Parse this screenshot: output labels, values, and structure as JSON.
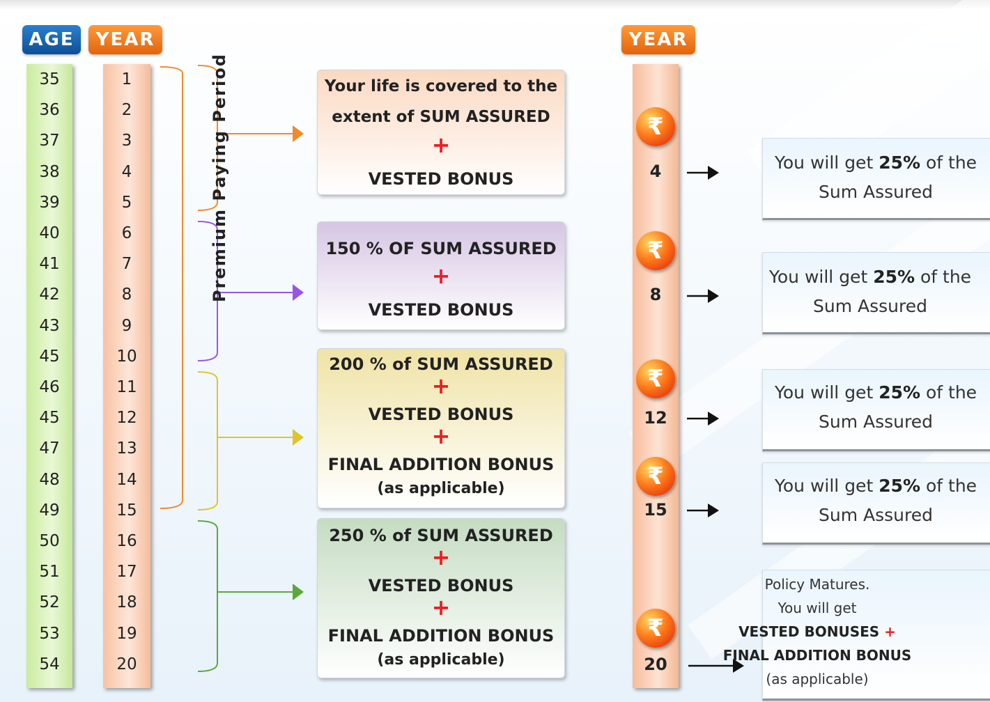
{
  "headers": {
    "age": "AGE",
    "year": "YEAR",
    "year_right": "YEAR"
  },
  "ages": [
    "35",
    "36",
    "37",
    "38",
    "39",
    "40",
    "41",
    "42",
    "43",
    "45",
    "46",
    "45",
    "47",
    "48",
    "49",
    "50",
    "51",
    "52",
    "53",
    "54"
  ],
  "years": [
    "1",
    "2",
    "3",
    "4",
    "5",
    "6",
    "7",
    "8",
    "9",
    "10",
    "11",
    "12",
    "13",
    "14",
    "15",
    "16",
    "17",
    "18",
    "19",
    "20"
  ],
  "premium_label": "Premium Paying Period",
  "death_benefits": [
    {
      "lines": [
        "Your life is covered to the",
        "extent of SUM ASSURED"
      ],
      "plus": "+",
      "tail": "VESTED BONUS"
    },
    {
      "lines": [
        "150 % OF SUM ASSURED"
      ],
      "plus": "+",
      "tail": "VESTED BONUS"
    },
    {
      "lines": [
        "200 % of SUM ASSURED"
      ],
      "plus": "+",
      "mid": "VESTED BONUS",
      "plus2": "+",
      "tail": "FINAL ADDITION BONUS",
      "note": "(as applicable)"
    },
    {
      "lines": [
        "250 % of SUM ASSURED"
      ],
      "plus": "+",
      "mid": "VESTED BONUS",
      "plus2": "+",
      "tail": "FINAL ADDITION BONUS",
      "note": "(as applicable)"
    }
  ],
  "payout_years": [
    "4",
    "8",
    "12",
    "15",
    "20"
  ],
  "rupee_icon": "₹",
  "payouts": [
    {
      "pre": "You will get ",
      "percent": "25%",
      "post": " of the",
      "line2": "Sum Assured"
    },
    {
      "pre": "You will get ",
      "percent": "25%",
      "post": " of the",
      "line2": "Sum Assured"
    },
    {
      "pre": "You will get ",
      "percent": "25%",
      "post": " of the",
      "line2": "Sum Assured"
    },
    {
      "pre": "You will get ",
      "percent": "25%",
      "post": " of the",
      "line2": "Sum Assured"
    }
  ],
  "maturity": {
    "line1": "Policy Matures.",
    "line2": "You will get",
    "line3": "VESTED BONUSES",
    "plus": "+",
    "line4": "FINAL ADDITION BONUS",
    "line5": "(as applicable)"
  },
  "colors": {
    "age_pill": "#1565b0",
    "year_pill": "#ef7a1b",
    "bracket_1": "#f08a2a",
    "bracket_2": "#9a55e0",
    "bracket_3": "#e0c42a",
    "bracket_4": "#5aa83a",
    "plus": "#ee1c24"
  }
}
